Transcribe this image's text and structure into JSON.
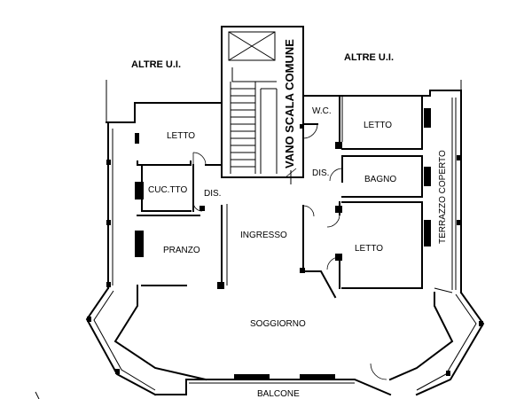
{
  "labels": {
    "altre_left": "ALTRE U.I.",
    "altre_right": "ALTRE U.I.",
    "vano_scala": "VANO SCALA COMUNE",
    "letto_nw": "LETTO",
    "cucina": "CUC.TTO",
    "dis_left": "DIS.",
    "pranzo": "PRANZO",
    "ingresso": "INGRESSO",
    "wc": "W.C.",
    "letto_ne": "LETTO",
    "dis_right": "DIS.",
    "bagno": "BAGNO",
    "letto_se": "LETTO",
    "terrazzo": "TERRAZZO COPERTO",
    "soggiorno": "SOGGIORNO",
    "balcone": "BALCONE"
  }
}
